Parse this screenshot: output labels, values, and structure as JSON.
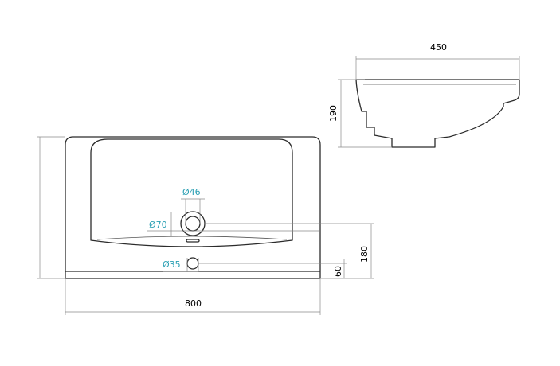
{
  "colors": {
    "outline": "#2b2b2b",
    "dimension_text": "#000000",
    "accent_text": "#2a9fb3",
    "background": "#ffffff"
  },
  "top_view": {
    "width_label": "800",
    "overflow_height_label": "60",
    "tap_offset_label": "180",
    "tap_hole_label": "Ø35",
    "drain_outer_label": "Ø70",
    "drain_inner_label": "Ø46"
  },
  "side_view": {
    "depth_label": "450",
    "height_label": "190"
  }
}
